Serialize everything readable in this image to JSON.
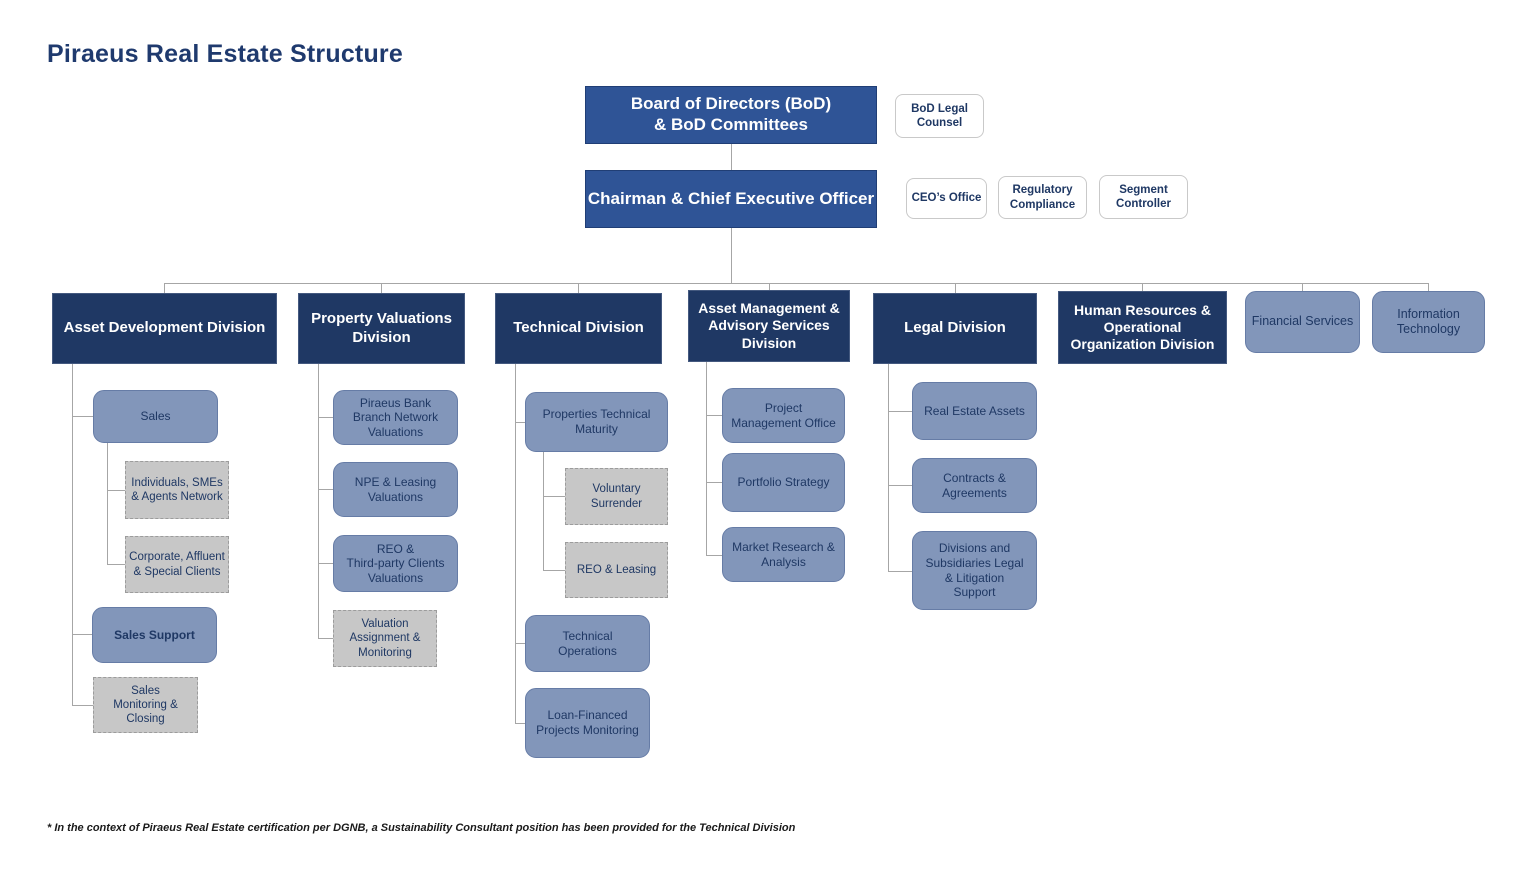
{
  "title": "Piraeus Real Estate Structure",
  "footnote": "* In the context of Piraeus Real Estate certification per DGNB, a Sustainability Consultant position has been provided for the Technical Division",
  "colors": {
    "title_navy": "#1F3A6E",
    "header_navy": "#1F3864",
    "exec_blue": "#2F5496",
    "unit_steel": "#8296BA",
    "unit_grey": "#C7C7C7",
    "text_navy": "#1F3864",
    "line_grey": "#A6A6A6"
  },
  "executive": {
    "board": "Board of Directors (BoD)\n& BoD Committees",
    "board_counsel": "BoD Legal\nCounsel",
    "chairman": "Chairman & Chief Executive Officer",
    "staff_offices": [
      "CEO’s Office",
      "Regulatory\nCompliance",
      "Segment\nController"
    ]
  },
  "divisions": [
    {
      "label": "Asset Development Division"
    },
    {
      "label": "Property Valuations\nDivision"
    },
    {
      "label": "Technical Division"
    },
    {
      "label": "Asset Management &\nAdvisory Services\nDivision"
    },
    {
      "label": "Legal Division"
    },
    {
      "label": "Human Resources &\nOperational\nOrganization Division"
    }
  ],
  "support_units": [
    "Financial Services",
    "Information\nTechnology"
  ],
  "asset_development": {
    "sales": "Sales",
    "individuals": "Individuals, SMEs\n& Agents Network",
    "corporate": "Corporate, Affluent\n& Special Clients",
    "sales_support": "Sales Support",
    "sales_monitoring": "Sales\nMonitoring &\nClosing"
  },
  "property_valuations": {
    "branch_network": "Piraeus Bank\nBranch Network\nValuations",
    "npe_leasing": "NPE & Leasing\nValuations",
    "reo_third_party": "REO &\nThird-party Clients\nValuations",
    "valuation_assignment": "Valuation\nAssignment &\nMonitoring"
  },
  "technical": {
    "properties_maturity": "Properties Technical\nMaturity",
    "voluntary_surrender": "Voluntary\nSurrender",
    "reo_leasing": "REO & Leasing",
    "technical_operations": "Technical\nOperations",
    "loan_financed": "Loan-Financed\nProjects Monitoring"
  },
  "asset_management": {
    "pmo": "Project\nManagement Office",
    "portfolio_strategy": "Portfolio Strategy",
    "market_research": "Market Research &\nAnalysis"
  },
  "legal": {
    "real_estate_assets": "Real Estate Assets",
    "contracts": "Contracts &\nAgreements",
    "litigation": "Divisions and\nSubsidiaries Legal\n& Litigation\nSupport"
  }
}
